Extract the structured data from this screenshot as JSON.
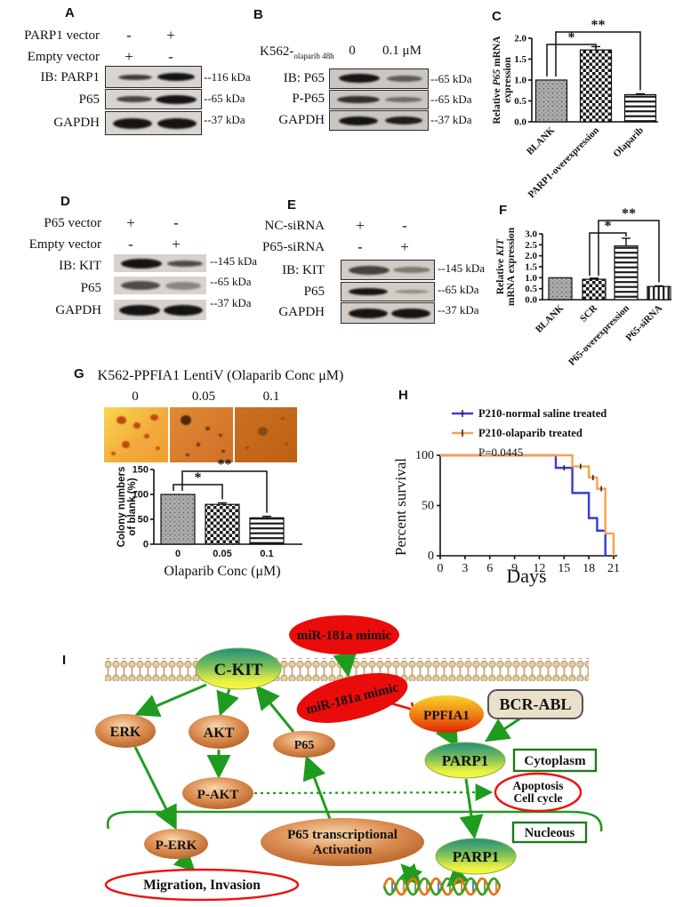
{
  "colors": {
    "green_arrow": "#1f9c1f",
    "red_node": "#ea0b0b",
    "mimic_text": "#ffb000",
    "dark_red_text": "#7a1500",
    "series_blue": "#3a3ad6",
    "series_orange": "#f7a24a"
  },
  "panels": {
    "a": {
      "letter": "A",
      "cond1": {
        "label": "PARP1 vector",
        "lane1": "-",
        "lane2": "+"
      },
      "cond2": {
        "label": "Empty vector",
        "lane1": "+",
        "lane2": "-"
      },
      "blot1": {
        "label": "IB: PARP1",
        "kda": "--116 kDa"
      },
      "blot2": {
        "label": "P65",
        "kda": "--65 kDa"
      },
      "blot3": {
        "label": "GAPDH",
        "kda": "--37 kDa"
      }
    },
    "b": {
      "letter": "B",
      "cell_line": "K562-",
      "treatment_sub": "olaparib 48h",
      "col1": "0",
      "col2": "0.1 μM",
      "blot1": {
        "label": "IB: P65",
        "kda": "--65 kDa"
      },
      "blot2": {
        "label": "P-P65",
        "kda": "--65 kDa"
      },
      "blot3": {
        "label": "GAPDH",
        "kda": "--37 kDa"
      }
    },
    "c": {
      "letter": "C"
    },
    "d": {
      "letter": "D",
      "cond1": {
        "label": "P65 vector",
        "lane1": "+",
        "lane2": "-"
      },
      "cond2": {
        "label": "Empty vector",
        "lane1": "-",
        "lane2": "+"
      },
      "blot1": {
        "label": "IB: KIT",
        "kda": "--145 kDa"
      },
      "blot2": {
        "label": "P65",
        "kda": "--65 kDa"
      },
      "blot3": {
        "label": "GAPDH",
        "kda": "--37 kDa"
      }
    },
    "e": {
      "letter": "E",
      "cond1": {
        "label": "NC-siRNA",
        "lane1": "+",
        "lane2": "-"
      },
      "cond2": {
        "label": "P65-siRNA",
        "lane1": "-",
        "lane2": "+"
      },
      "blot1": {
        "label": "IB: KIT",
        "kda": "--145 kDa"
      },
      "blot2": {
        "label": "P65",
        "kda": "--65 kDa"
      },
      "blot3": {
        "label": "GAPDH",
        "kda": "--37 kDa"
      }
    },
    "f": {
      "letter": "F"
    },
    "g": {
      "letter": "G",
      "title": "K562-PPFIA1 LentiV (Olaparib Conc μM)",
      "img1": "0",
      "img2": "0.05",
      "img3": "0.1"
    },
    "h": {
      "letter": "H"
    },
    "i": {
      "letter": "I",
      "mimic_top": "miR-181a mimic",
      "mimic_bottom": "miR-181a mimic",
      "c_kit": "C-KIT",
      "erk": "ERK",
      "akt": "AKT",
      "p65": "P65",
      "ppfia1": "PPFIA1",
      "bcr_abl": "BCR-ABL",
      "parp1_cyto": "PARP1",
      "cytoplasm": "Cytoplasm",
      "p_akt": "P-AKT",
      "apoptosis1": "Apoptosis",
      "apoptosis2": "Cell cycle",
      "nucleous": "Nucleous",
      "p_erk": "P-ERK",
      "p65_ta1": "P65 transcriptional",
      "p65_ta2": "Activation",
      "parp1_nuc": "PARP1",
      "migration": "Migration, Invasion"
    }
  },
  "chart_data": [
    {
      "id": "chart-c",
      "type": "bar",
      "ylabel_lines": [
        [
          {
            "t": "Relative ",
            "i": false
          },
          {
            "t": "P65",
            "i": true
          },
          {
            "t": " mRNA",
            "i": false
          }
        ],
        [
          {
            "t": "expression",
            "i": false
          }
        ]
      ],
      "categories": [
        "BLANK",
        "PARP1-overexpression",
        "Olaparib"
      ],
      "values": [
        1.0,
        1.72,
        0.65
      ],
      "errors": [
        0,
        0.08,
        0.02
      ],
      "ylim": [
        0,
        2.0
      ],
      "yticks": [
        0,
        0.5,
        1.0,
        1.5,
        2.0
      ],
      "ytick_labels": [
        "0.0",
        "0.5",
        "1.0",
        "1.5",
        "2.0"
      ],
      "patterns": [
        "dots",
        "checker",
        "hlines"
      ],
      "sig": [
        {
          "from": 0,
          "to": 1,
          "label": "*"
        },
        {
          "from": 0,
          "to": 2,
          "label": "**"
        }
      ]
    },
    {
      "id": "chart-f",
      "type": "bar",
      "ylabel_lines": [
        [
          {
            "t": "Relative ",
            "i": false
          },
          {
            "t": "KIT",
            "i": true
          }
        ],
        [
          {
            "t": "mRNA expression",
            "i": false
          }
        ]
      ],
      "categories": [
        "BLANK",
        "SCR",
        "P65-overexpression",
        "P65-siRNA"
      ],
      "values": [
        1.0,
        0.93,
        2.45,
        0.6
      ],
      "errors": [
        0,
        0.05,
        0.35,
        0.03
      ],
      "ylim": [
        0,
        3.0
      ],
      "yticks": [
        0,
        0.5,
        1.0,
        1.5,
        2.0,
        2.5,
        3.0
      ],
      "ytick_labels": [
        "0.0",
        "0.5",
        "1.0",
        "1.5",
        "2.0",
        "2.5",
        "3.0"
      ],
      "patterns": [
        "dots",
        "checker",
        "hlines",
        "vlines"
      ],
      "sig": [
        {
          "from": 1,
          "to": 2,
          "label": "*"
        },
        {
          "from": 1,
          "to": 3,
          "label": "**"
        }
      ]
    },
    {
      "id": "chart-g",
      "type": "bar",
      "ylabel_lines": [
        [
          {
            "t": "Colony numbers",
            "i": false
          }
        ],
        [
          {
            "t": "of blank (%)",
            "i": false
          }
        ]
      ],
      "xlabel": "Olaparib Conc (μM)",
      "categories": [
        "0",
        "0.05",
        "0.1"
      ],
      "values": [
        100,
        80,
        53
      ],
      "errors": [
        0,
        3,
        3
      ],
      "ylim": [
        0,
        150
      ],
      "yticks": [
        0,
        50,
        100,
        150
      ],
      "ytick_labels": [
        "0",
        "50",
        "100",
        "150"
      ],
      "patterns": [
        "dots",
        "checker",
        "hlines"
      ],
      "sig": [
        {
          "from": 0,
          "to": 1,
          "label": "*"
        },
        {
          "from": 0,
          "to": 2,
          "label": "**"
        }
      ]
    },
    {
      "id": "chart-h",
      "type": "line",
      "ylabel": "Percent survival",
      "xlabel": "Days",
      "annotation": "P=0.0445",
      "xlim": [
        0,
        21
      ],
      "ylim": [
        0,
        100
      ],
      "xticks": [
        0,
        3,
        6,
        9,
        12,
        15,
        18,
        21
      ],
      "xtick_labels": [
        "0",
        "3",
        "6",
        "9",
        "12",
        "15",
        "18",
        "21"
      ],
      "yticks": [
        0,
        50,
        100
      ],
      "ytick_labels": [
        "0",
        "50",
        "100"
      ],
      "legend_position": "top-left",
      "series": [
        {
          "name": "P210-normal saline treated",
          "color": "#3a3ad6",
          "steps": [
            [
              0,
              100
            ],
            [
              14,
              87.5
            ],
            [
              16,
              62.5
            ],
            [
              18,
              37.5
            ],
            [
              19,
              25
            ],
            [
              20,
              0
            ]
          ],
          "censors": [
            [
              15,
              87.5
            ]
          ]
        },
        {
          "name": "P210-olaparib treated",
          "color": "#f7a24a",
          "steps": [
            [
              0,
              100
            ],
            [
              16,
              88.9
            ],
            [
              18,
              77.8
            ],
            [
              19,
              66.7
            ],
            [
              20,
              22.2
            ],
            [
              21,
              0
            ]
          ],
          "censors": [
            [
              17,
              88.9
            ],
            [
              18.5,
              77.8
            ],
            [
              19.5,
              66.7
            ]
          ]
        }
      ]
    }
  ]
}
